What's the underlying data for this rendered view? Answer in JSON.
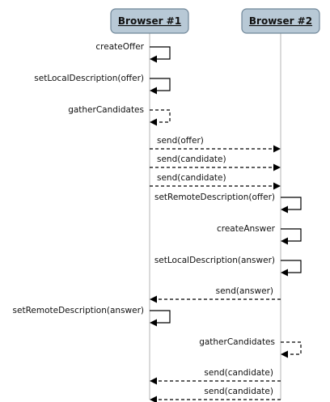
{
  "actors": [
    {
      "id": "b1",
      "label": "Browser #1"
    },
    {
      "id": "b2",
      "label": "Browser #2"
    }
  ],
  "messages": [
    {
      "from": "b1",
      "to": "b1",
      "label": "createOffer",
      "style": "solid"
    },
    {
      "from": "b1",
      "to": "b1",
      "label": "setLocalDescription(offer)",
      "style": "solid"
    },
    {
      "from": "b1",
      "to": "b1",
      "label": "gatherCandidates",
      "style": "dashed"
    },
    {
      "from": "b1",
      "to": "b2",
      "label": "send(offer)",
      "style": "dashed"
    },
    {
      "from": "b1",
      "to": "b2",
      "label": "send(candidate)",
      "style": "dashed"
    },
    {
      "from": "b1",
      "to": "b2",
      "label": "send(candidate)",
      "style": "dashed"
    },
    {
      "from": "b2",
      "to": "b2",
      "label": "setRemoteDescription(offer)",
      "style": "solid"
    },
    {
      "from": "b2",
      "to": "b2",
      "label": "createAnswer",
      "style": "solid"
    },
    {
      "from": "b2",
      "to": "b2",
      "label": "setLocalDescription(answer)",
      "style": "solid"
    },
    {
      "from": "b2",
      "to": "b1",
      "label": "send(answer)",
      "style": "dashed"
    },
    {
      "from": "b1",
      "to": "b1",
      "label": "setRemoteDescription(answer)",
      "style": "solid"
    },
    {
      "from": "b2",
      "to": "b2",
      "label": "gatherCandidates",
      "style": "dashed"
    },
    {
      "from": "b2",
      "to": "b1",
      "label": "send(candidate)",
      "style": "dashed"
    },
    {
      "from": "b2",
      "to": "b1",
      "label": "send(candidate)",
      "style": "dashed"
    }
  ]
}
